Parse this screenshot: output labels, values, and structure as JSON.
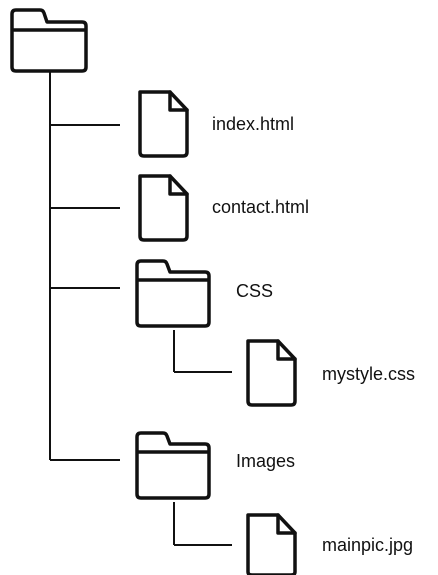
{
  "tree": {
    "root": {
      "icon": "folder-icon"
    },
    "items": [
      {
        "label": "index.html",
        "icon": "file-icon"
      },
      {
        "label": "contact.html",
        "icon": "file-icon"
      },
      {
        "label": "CSS",
        "icon": "folder-icon",
        "children": [
          {
            "label": "mystyle.css",
            "icon": "file-icon"
          }
        ]
      },
      {
        "label": "Images",
        "icon": "folder-icon",
        "children": [
          {
            "label": "mainpic.jpg",
            "icon": "file-icon"
          }
        ]
      }
    ]
  },
  "colors": {
    "stroke": "#111111",
    "background": "#ffffff"
  }
}
